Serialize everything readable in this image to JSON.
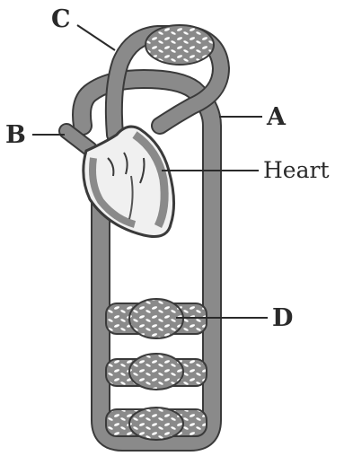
{
  "labels": {
    "c": "C",
    "b": "B",
    "a": "A",
    "heart": "Heart",
    "d": "D"
  },
  "colors": {
    "vessel": "#8a8a8a",
    "vessel_outline": "#3a3a3a",
    "heart_fill": "#f0f0f0",
    "lumen": "#ffffff",
    "text": "#2a2a2a"
  }
}
